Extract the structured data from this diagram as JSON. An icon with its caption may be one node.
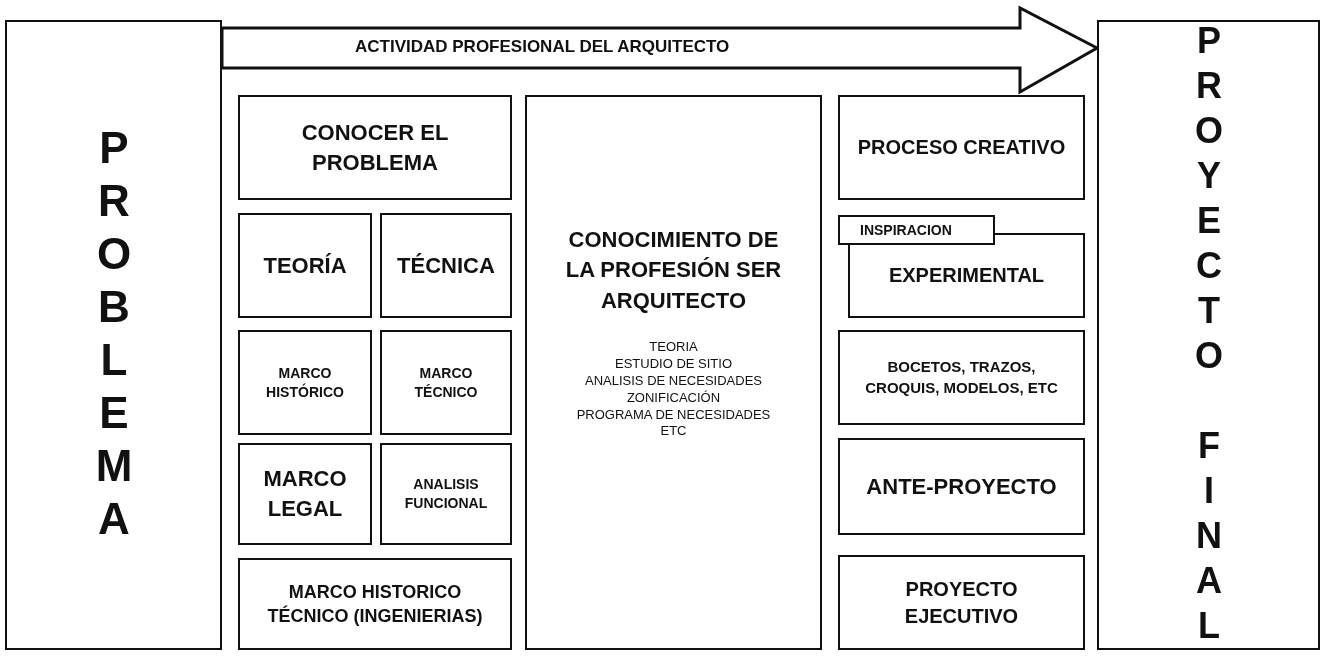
{
  "diagram": {
    "nodes": [
      {
        "text": [
          "PROBLEMA"
        ]
      },
      {
        "text": [
          "CONOCER EL PROBLEMA"
        ]
      },
      {
        "text": [
          "TEORÍA"
        ]
      },
      {
        "text": [
          "TÉCNICA"
        ]
      },
      {
        "text": [
          "MARCO HISTÓRICO"
        ]
      },
      {
        "text": [
          "MARCO TÉCNICO"
        ]
      },
      {
        "text": [
          "MARCO LEGAL"
        ]
      },
      {
        "text": [
          "ANALISIS FUNCIONAL"
        ]
      },
      {
        "text": [
          "MARCO HISTORICO TÉCNICO (INGENIERIAS)"
        ]
      },
      {
        "text": [
          "CONOCIMIENTO DE LA PROFESIÓN SER ARQUITECTO",
          "TEORIA",
          "ESTUDIO DE SITIO",
          "ANALISIS DE NECESIDADES",
          "ZONIFICACIÓN",
          "PROGRAMA DE NECESIDADES",
          "ETC"
        ]
      },
      {
        "text": [
          "PROCESO CREATIVO"
        ]
      },
      {
        "text": [
          "INSPIRACION"
        ]
      },
      {
        "text": [
          "EXPERIMENTAL"
        ]
      },
      {
        "text": [
          "BOCETOS, TRAZOS, CROQUIS, MODELOS, ETC"
        ]
      },
      {
        "text": [
          "ANTE-PROYECTO"
        ]
      },
      {
        "text": [
          "PROYECTO EJECUTIVO"
        ]
      },
      {
        "text": [
          "PROYECTO FINAL"
        ]
      }
    ],
    "edges": [
      {
        "from": 0,
        "to": 16,
        "arrow": "to",
        "label": "ACTIVIDAD PROFESIONAL DEL ARQUITECTO",
        "style": "thick"
      }
    ]
  }
}
